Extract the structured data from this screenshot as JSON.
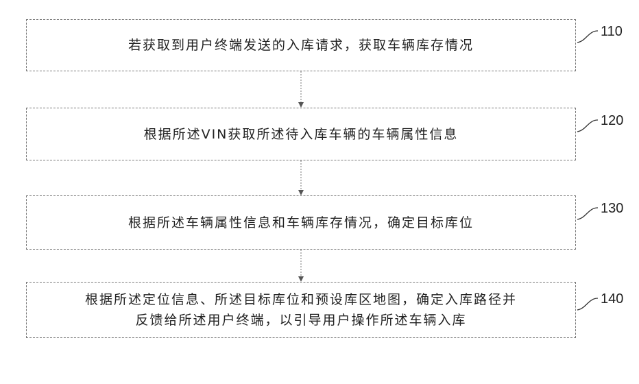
{
  "steps": [
    {
      "number": "110",
      "text": "若获取到用户终端发送的入库请求，获取车辆库存情况"
    },
    {
      "number": "120",
      "text": "根据所述VIN获取所述待入库车辆的车辆属性信息"
    },
    {
      "number": "130",
      "text": "根据所述车辆属性信息和车辆库存情况，确定目标库位"
    },
    {
      "number": "140",
      "text": "根据所述定位信息、所述目标库位和预设库区地图，确定入库路径并\n反馈给所述用户终端，以引导用户操作所述车辆入库"
    }
  ],
  "colors": {
    "border": "#777777",
    "text": "#222222",
    "arrow": "#555555"
  }
}
